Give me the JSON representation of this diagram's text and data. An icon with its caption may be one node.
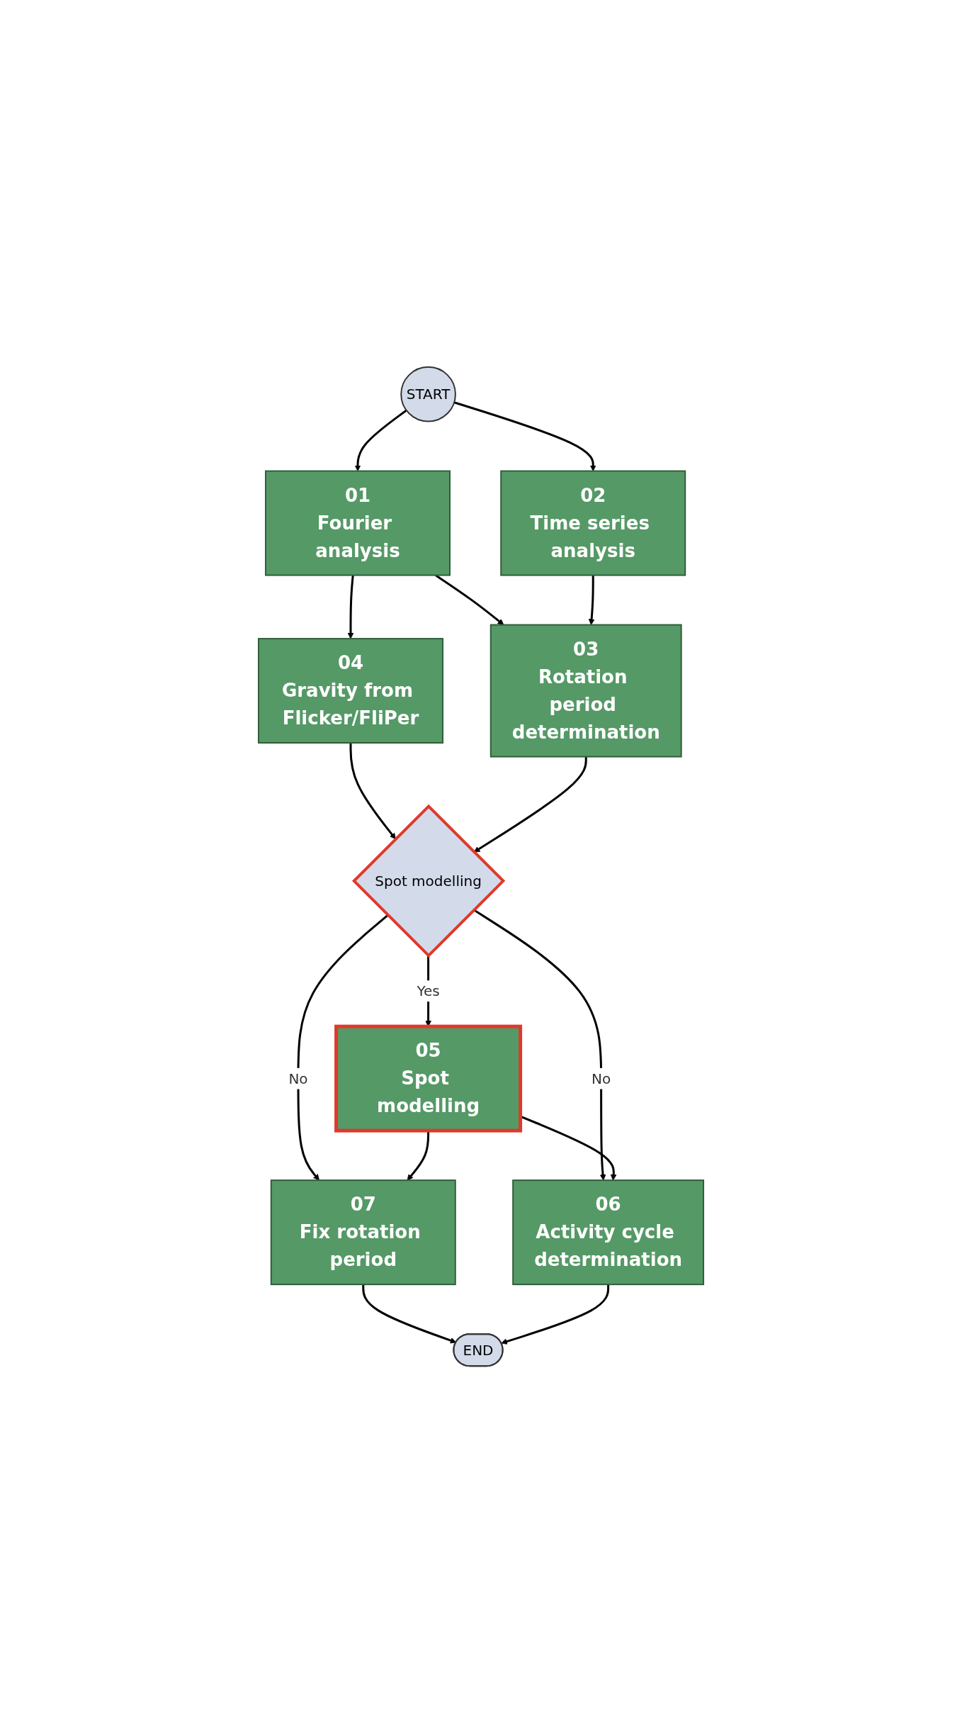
{
  "diagram": {
    "nodes": [
      {
        "text": [
          "START"
        ]
      },
      {
        "text": [
          "01",
          "Fourier analysis"
        ]
      },
      {
        "text": [
          "02",
          "Time series analysis"
        ]
      },
      {
        "text": [
          "04",
          "Gravity from Flicker/FliPer"
        ]
      },
      {
        "text": [
          "03",
          "Rotation period determination"
        ]
      },
      {
        "text": [
          "Spot modelling"
        ]
      },
      {
        "text": [
          "05",
          "Spot modelling"
        ]
      },
      {
        "text": [
          "07",
          "Fix rotation period"
        ]
      },
      {
        "text": [
          "06",
          "Activity cycle determination"
        ]
      },
      {
        "text": [
          "END"
        ]
      }
    ],
    "edges": [
      {
        "from": 0,
        "to": 1,
        "arrow": "to"
      },
      {
        "from": 0,
        "to": 2,
        "arrow": "to"
      },
      {
        "from": 1,
        "to": 3,
        "arrow": "to"
      },
      {
        "from": 1,
        "to": 4,
        "arrow": "to"
      },
      {
        "from": 2,
        "to": 4,
        "arrow": "to"
      },
      {
        "from": 3,
        "to": 5,
        "arrow": "to"
      },
      {
        "from": 4,
        "to": 5,
        "arrow": "to"
      },
      {
        "from": 5,
        "to": 6,
        "label": "Yes",
        "arrow": "to"
      },
      {
        "from": 5,
        "to": 7,
        "label": "No",
        "arrow": "to"
      },
      {
        "from": 5,
        "to": 8,
        "label": "No",
        "arrow": "to"
      },
      {
        "from": 6,
        "to": 7,
        "arrow": "to"
      },
      {
        "from": 6,
        "to": 8,
        "arrow": "to"
      },
      {
        "from": 7,
        "to": 9,
        "arrow": "to"
      },
      {
        "from": 8,
        "to": 9,
        "arrow": "to"
      }
    ]
  }
}
